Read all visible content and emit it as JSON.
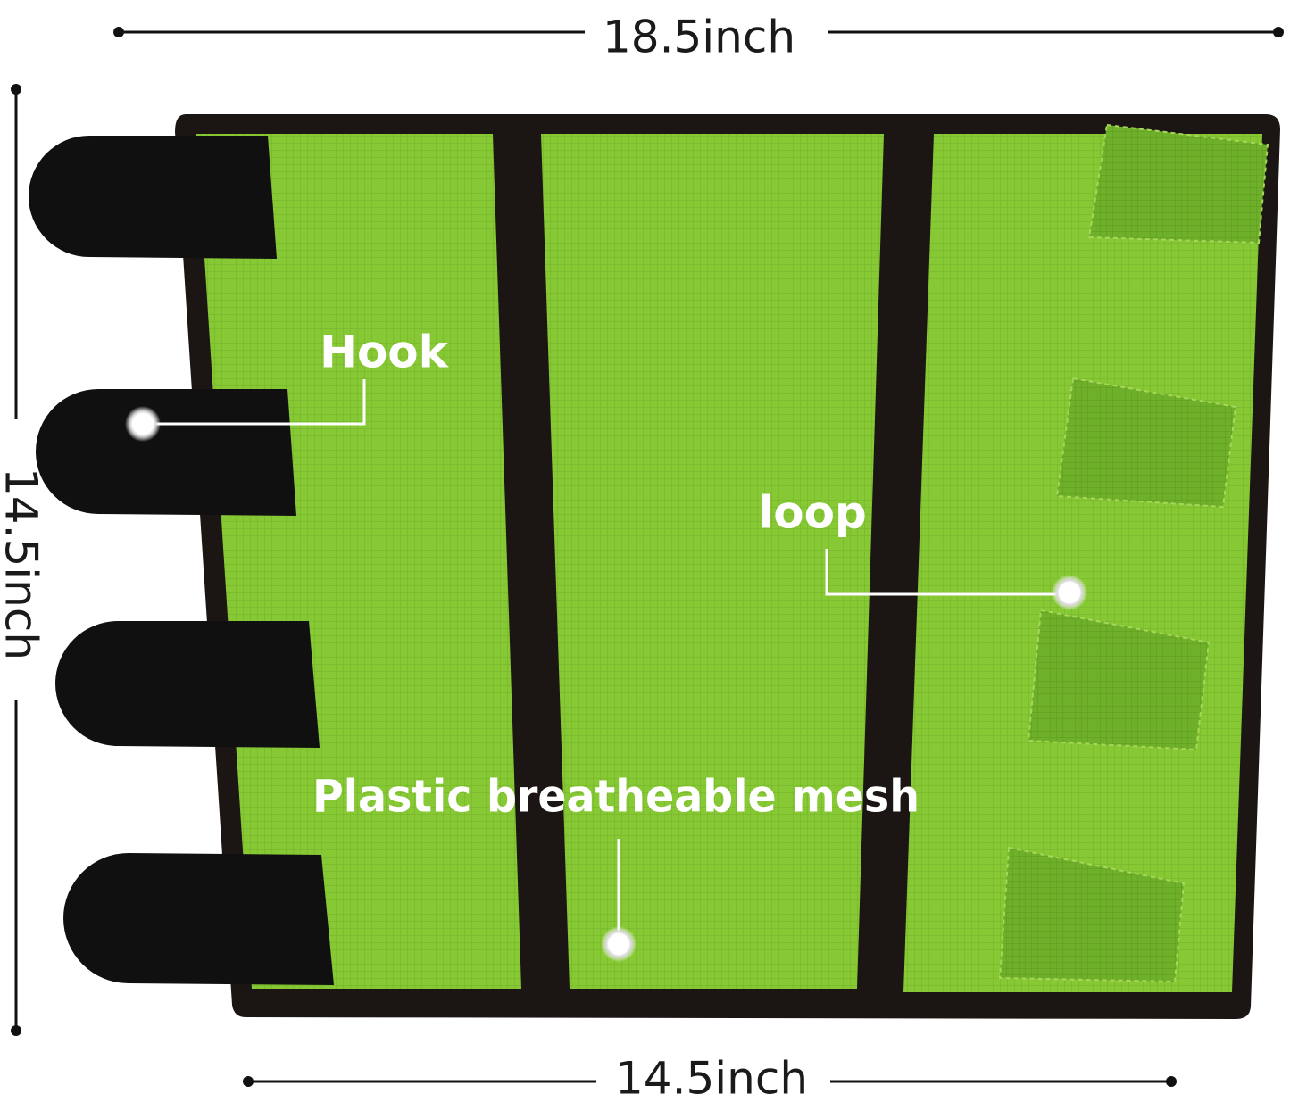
{
  "dimensions": {
    "top_width": "18.5inch",
    "left_height": "14.5inch",
    "bottom_width": "14.5inch"
  },
  "callouts": {
    "hook": "Hook",
    "loop": "loop",
    "mesh": "Plastic breatheable mesh"
  },
  "colors": {
    "mesh_green": "#86c934",
    "frame_black": "#1b1513",
    "tab_black": "#101010",
    "loop_patch": "#6fb02a",
    "callout_white": "#ffffff",
    "dimension_line": "#111111"
  }
}
